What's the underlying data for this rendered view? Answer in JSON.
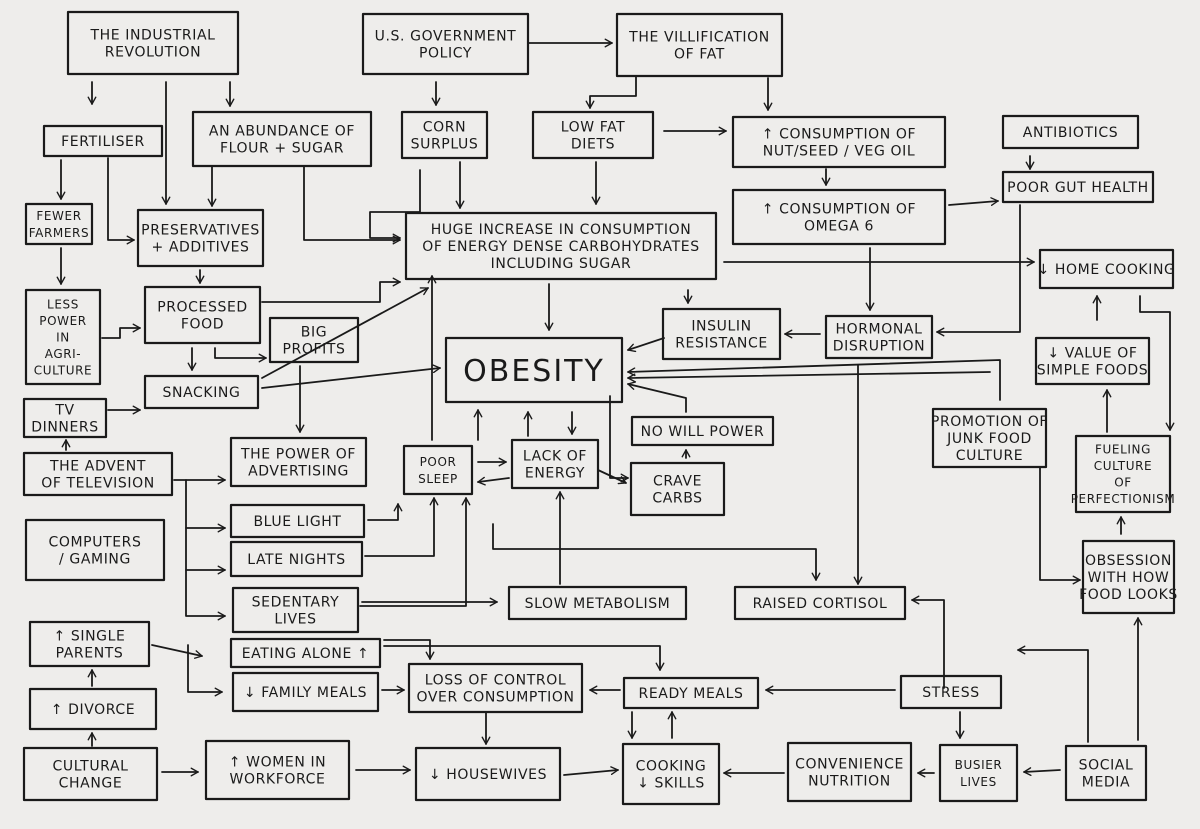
{
  "diagram": {
    "nodes": [
      {
        "id": "industrial",
        "lines": [
          "THE INDUSTRIAL",
          "REVOLUTION"
        ]
      },
      {
        "id": "gov",
        "lines": [
          "U.S. GOVERNMENT",
          "POLICY"
        ]
      },
      {
        "id": "vilification",
        "lines": [
          "THE VILLIFICATION",
          "OF FAT"
        ]
      },
      {
        "id": "fertiliser",
        "lines": [
          "FERTILISER"
        ]
      },
      {
        "id": "abundance",
        "lines": [
          "AN ABUNDANCE OF",
          "FLOUR + SUGAR"
        ]
      },
      {
        "id": "corn",
        "lines": [
          "CORN",
          "SURPLUS"
        ]
      },
      {
        "id": "lowfat",
        "lines": [
          "LOW FAT",
          "DIETS"
        ]
      },
      {
        "id": "nutoil",
        "lines": [
          "↑ CONSUMPTION OF",
          "NUT/SEED / VEG OIL"
        ]
      },
      {
        "id": "antibiotics",
        "lines": [
          "ANTIBIOTICS"
        ]
      },
      {
        "id": "fewer",
        "lines": [
          "FEWER",
          "FARMERS"
        ]
      },
      {
        "id": "preservatives",
        "lines": [
          "PRESERVATIVES",
          "+ ADDITIVES"
        ]
      },
      {
        "id": "omega",
        "lines": [
          "↑ CONSUMPTION OF",
          "OMEGA 6"
        ]
      },
      {
        "id": "gut",
        "lines": [
          "POOR GUT HEALTH"
        ]
      },
      {
        "id": "huge",
        "lines": [
          "HUGE INCREASE IN CONSUMPTION",
          "OF ENERGY DENSE CARBOHYDRATES",
          "INCLUDING SUGAR"
        ]
      },
      {
        "id": "homecook",
        "lines": [
          "↓ HOME COOKING"
        ]
      },
      {
        "id": "lesspower",
        "lines": [
          "LESS",
          "POWER",
          "IN",
          "AGRI-",
          "CULTURE"
        ]
      },
      {
        "id": "processed",
        "lines": [
          "PROCESSED",
          "FOOD"
        ]
      },
      {
        "id": "bigprofits",
        "lines": [
          "BIG",
          "PROFITS"
        ]
      },
      {
        "id": "insulin",
        "lines": [
          "INSULIN",
          "RESISTANCE"
        ]
      },
      {
        "id": "hormonal",
        "lines": [
          "HORMONAL",
          "DISRUPTION"
        ]
      },
      {
        "id": "simplefoods",
        "lines": [
          "↓ VALUE OF",
          "SIMPLE FOODS"
        ]
      },
      {
        "id": "obesity",
        "lines": [
          "OBESITY"
        ]
      },
      {
        "id": "snacking",
        "lines": [
          "SNACKING"
        ]
      },
      {
        "id": "tvdinners",
        "lines": [
          "TV",
          "DINNERS"
        ]
      },
      {
        "id": "promotion",
        "lines": [
          "PROMOTION OF",
          "JUNK FOOD",
          "CULTURE"
        ]
      },
      {
        "id": "willpower",
        "lines": [
          "NO WILL POWER"
        ]
      },
      {
        "id": "advertising",
        "lines": [
          "THE POWER OF",
          "ADVERTISING"
        ]
      },
      {
        "id": "poorsleep",
        "lines": [
          "POOR",
          "SLEEP"
        ]
      },
      {
        "id": "lackenergy",
        "lines": [
          "LACK OF",
          "ENERGY"
        ]
      },
      {
        "id": "cravecarbs",
        "lines": [
          "CRAVE",
          "CARBS"
        ]
      },
      {
        "id": "fueling",
        "lines": [
          "FUELING",
          "CULTURE",
          "OF",
          "PERFECTIONISM"
        ]
      },
      {
        "id": "television",
        "lines": [
          "THE ADVENT",
          "OF TELEVISION"
        ]
      },
      {
        "id": "computers",
        "lines": [
          "COMPUTERS",
          "/ GAMING"
        ]
      },
      {
        "id": "bluelight",
        "lines": [
          "BLUE LIGHT"
        ]
      },
      {
        "id": "obsession",
        "lines": [
          "OBSESSION",
          "WITH HOW",
          "FOOD LOOKS"
        ]
      },
      {
        "id": "latenights",
        "lines": [
          "LATE NIGHTS"
        ]
      },
      {
        "id": "sedentary",
        "lines": [
          "SEDENTARY",
          "LIVES"
        ]
      },
      {
        "id": "slowmeta",
        "lines": [
          "SLOW METABOLISM"
        ]
      },
      {
        "id": "cortisol",
        "lines": [
          "RAISED CORTISOL"
        ]
      },
      {
        "id": "singleparents",
        "lines": [
          "↑ SINGLE",
          "PARENTS"
        ]
      },
      {
        "id": "eatingalone",
        "lines": [
          "EATING ALONE ↑"
        ]
      },
      {
        "id": "divorce",
        "lines": [
          "↑ DIVORCE"
        ]
      },
      {
        "id": "familymeals",
        "lines": [
          "↓ FAMILY MEALS"
        ]
      },
      {
        "id": "losscontrol",
        "lines": [
          "LOSS OF CONTROL",
          "OVER CONSUMPTION"
        ]
      },
      {
        "id": "readymeals",
        "lines": [
          "READY MEALS"
        ]
      },
      {
        "id": "stress",
        "lines": [
          "STRESS"
        ]
      },
      {
        "id": "cultural",
        "lines": [
          "CULTURAL",
          "CHANGE"
        ]
      },
      {
        "id": "women",
        "lines": [
          "↑ WOMEN IN",
          "WORKFORCE"
        ]
      },
      {
        "id": "housewives",
        "lines": [
          "↓ HOUSEWIVES"
        ]
      },
      {
        "id": "cooking",
        "lines": [
          "COOKING",
          "↓ SKILLS"
        ]
      },
      {
        "id": "convenience",
        "lines": [
          "CONVENIENCE",
          "NUTRITION"
        ]
      },
      {
        "id": "busier",
        "lines": [
          "BUSIER",
          "LIVES"
        ]
      },
      {
        "id": "social",
        "lines": [
          "SOCIAL",
          "MEDIA"
        ]
      }
    ]
  }
}
